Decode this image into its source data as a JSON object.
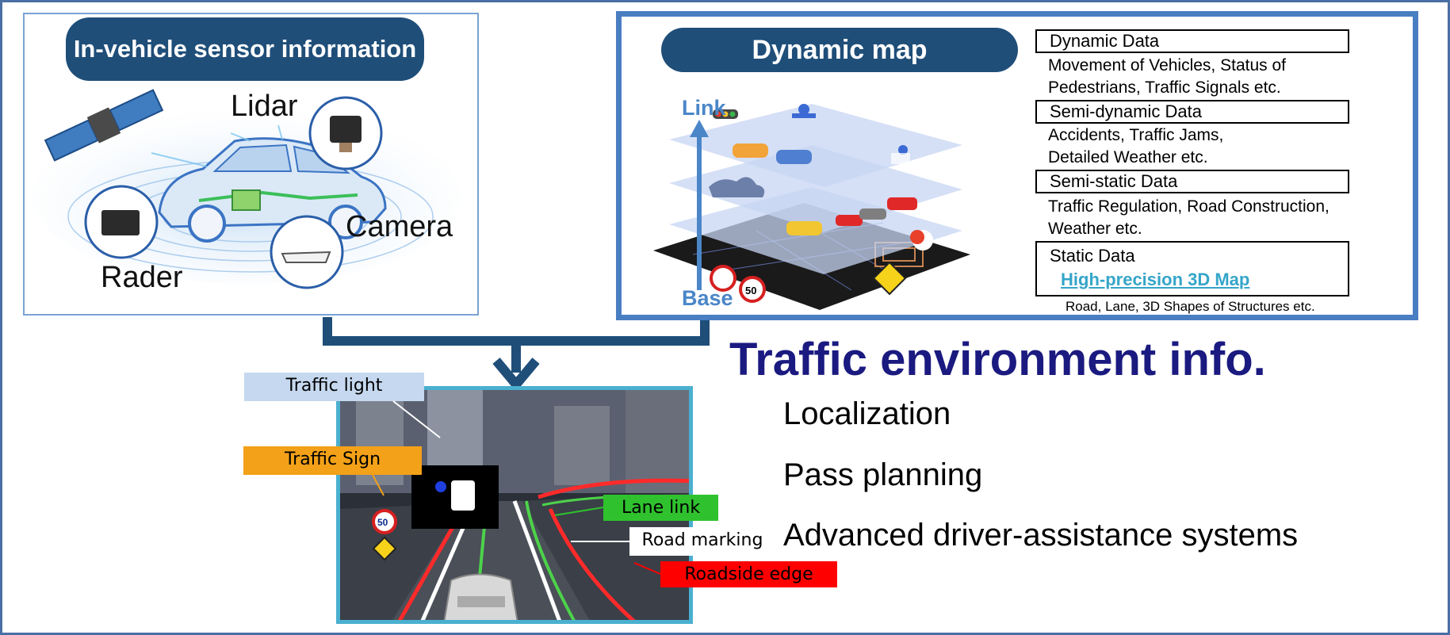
{
  "sensor_panel": {
    "title": "In-vehicle sensor information",
    "sensors": {
      "lidar": "Lidar",
      "camera": "Camera",
      "rader": "Rader"
    }
  },
  "map_panel": {
    "title": "Dynamic map",
    "axis_top": "Link",
    "axis_bottom": "Base",
    "layers": [
      {
        "label": "Dynamic Data",
        "description_lines": [
          "Movement of Vehicles, Status of",
          "Pedestrians, Traffic Signals etc."
        ]
      },
      {
        "label": "Semi-dynamic Data",
        "description_lines": [
          "Accidents, Traffic Jams,",
          "Detailed Weather etc."
        ]
      },
      {
        "label": "Semi-static Data",
        "description_lines": [
          "Traffic Regulation, Road Construction,",
          "Weather etc."
        ]
      },
      {
        "label": "Static Data",
        "link": "High-precision 3D Map",
        "description_lines": [
          "Road, Lane, 3D Shapes of Structures etc."
        ]
      }
    ]
  },
  "traffic_env": {
    "title": "Traffic environment info.",
    "items": [
      "Localization",
      "Pass planning",
      "Advanced driver-assistance systems"
    ]
  },
  "scene_callouts": {
    "traffic_light": "Traffic light",
    "traffic_sign": "Traffic Sign",
    "lane_link": "Lane link",
    "road_marking": "Road marking",
    "roadside_edge": "Roadside edge"
  },
  "sign_speed": "50",
  "colors": {
    "pill": "#1f4e79",
    "frame": "#4a6fa5",
    "map_border": "#4a7ec2",
    "env_title": "#1a1a80",
    "link_text": "#35a5c9",
    "traffic_light_callout": "#c5d8ef",
    "traffic_sign_callout": "#f3a118",
    "lane_link_callout": "#2fc22e",
    "road_marking_callout": "#ffffff",
    "roadside_edge_callout": "#ff0000"
  }
}
